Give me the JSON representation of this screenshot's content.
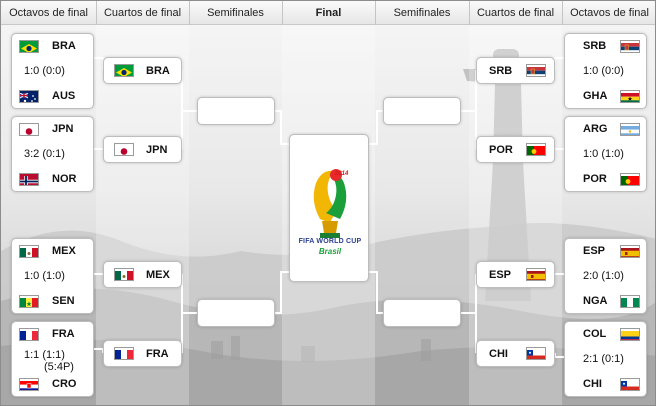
{
  "header": {
    "col1": "Octavos de final",
    "col2": "Cuartos de final",
    "col3": "Semifinales",
    "col4": "Final",
    "col5": "Semifinales",
    "col6": "Cuartos de final",
    "col7": "Octavos de final"
  },
  "final_logo": {
    "line1": "FIFA WORLD CUP",
    "line2": "Brasil",
    "badge": "2014"
  },
  "round_of_16": {
    "left": [
      {
        "team_a": "BRA",
        "flag_a": "brazil-flag-icon",
        "team_b": "AUS",
        "flag_b": "australia-flag-icon",
        "score": "1:0  (0:0)",
        "extra": ""
      },
      {
        "team_a": "JPN",
        "flag_a": "japan-flag-icon",
        "team_b": "NOR",
        "flag_b": "norway-flag-icon",
        "score": "3:2  (0:1)",
        "extra": ""
      },
      {
        "team_a": "MEX",
        "flag_a": "mexico-flag-icon",
        "team_b": "SEN",
        "flag_b": "senegal-flag-icon",
        "score": "1:0  (1:0)",
        "extra": ""
      },
      {
        "team_a": "FRA",
        "flag_a": "france-flag-icon",
        "team_b": "CRO",
        "flag_b": "croatia-flag-icon",
        "score": "1:1  (1:1)",
        "extra": "(5:4P)"
      }
    ],
    "right": [
      {
        "team_a": "SRB",
        "flag_a": "serbia-flag-icon",
        "team_b": "GHA",
        "flag_b": "ghana-flag-icon",
        "score": "1:0  (0:0)",
        "extra": ""
      },
      {
        "team_a": "ARG",
        "flag_a": "argentina-flag-icon",
        "team_b": "POR",
        "flag_b": "portugal-flag-icon",
        "score": "1:0  (1:0)",
        "extra": ""
      },
      {
        "team_a": "ESP",
        "flag_a": "spain-flag-icon",
        "team_b": "NGA",
        "flag_b": "nigeria-flag-icon",
        "score": "2:0  (1:0)",
        "extra": ""
      },
      {
        "team_a": "COL",
        "flag_a": "colombia-flag-icon",
        "team_b": "CHI",
        "flag_b": "chile-flag-icon",
        "score": "2:1  (0:1)",
        "extra": ""
      }
    ]
  },
  "quarter_finals": {
    "left": [
      "BRA",
      "JPN",
      "MEX",
      "FRA"
    ],
    "right": [
      "SRB",
      "POR",
      "ESP",
      "CHI"
    ]
  },
  "colors": {
    "brazil_green": "#009b3a",
    "brazil_yellow": "#fedf00",
    "brazil_blue": "#002776",
    "card_border": "#bdbdbd",
    "connector": "#ffffff"
  }
}
